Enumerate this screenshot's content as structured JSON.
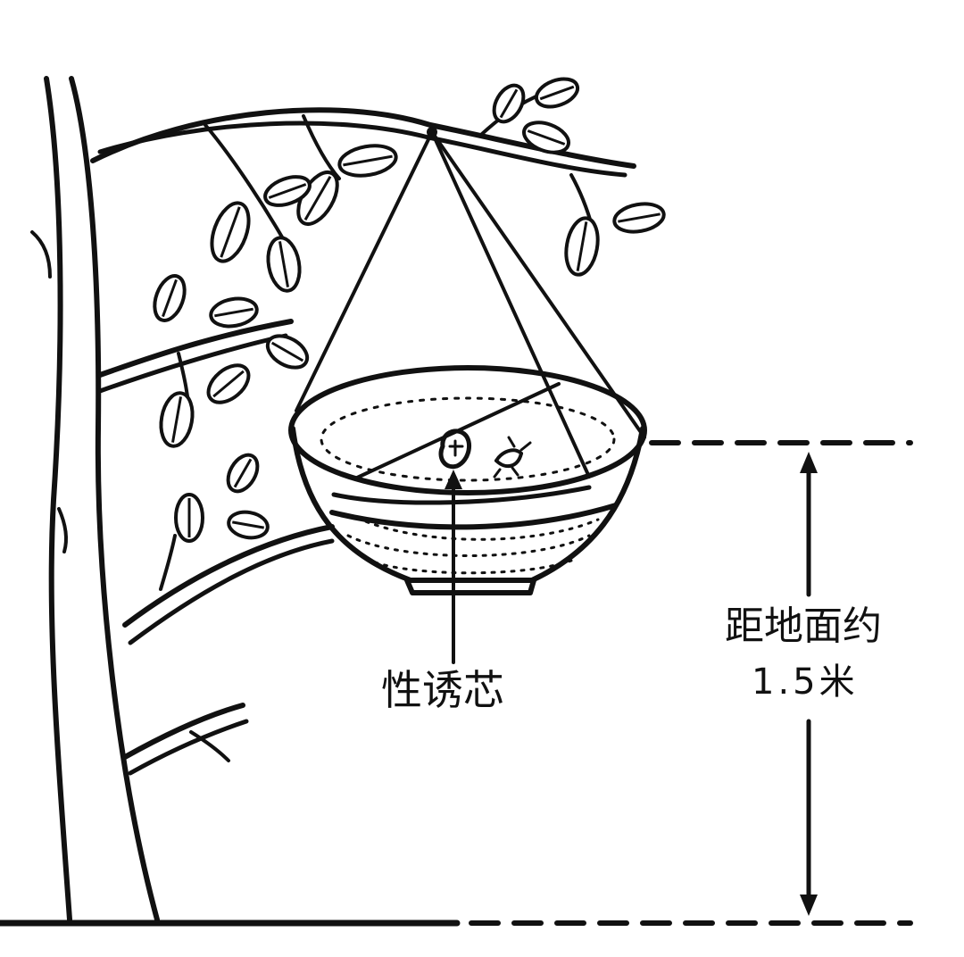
{
  "diagram": {
    "lure_label": "性诱芯",
    "height_label_line1": "距地面约",
    "height_label_line2": "1.5米",
    "ink_color": "#111111",
    "background_color": "#ffffff"
  }
}
